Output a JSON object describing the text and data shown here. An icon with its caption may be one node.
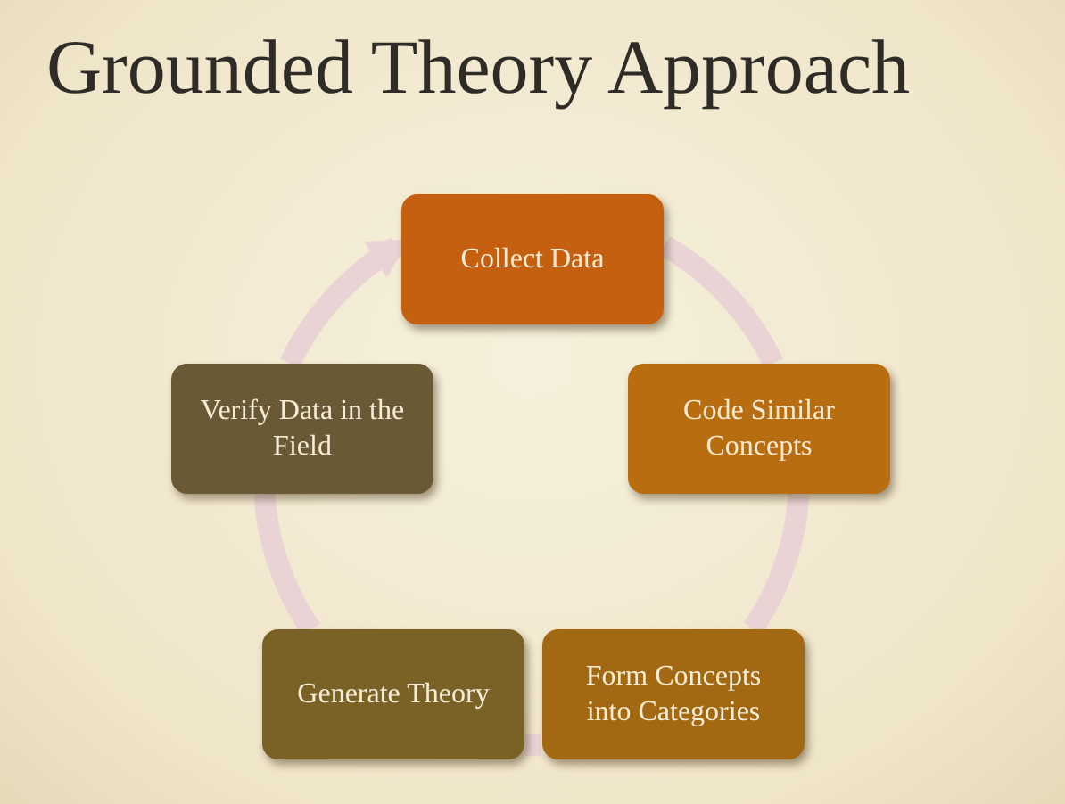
{
  "diagram": {
    "title": "Grounded Theory Approach",
    "nodes": [
      {
        "text": [
          "Collect Data"
        ]
      },
      {
        "text": [
          "Code Similar Concepts"
        ]
      },
      {
        "text": [
          "Form Concepts into Categories"
        ]
      },
      {
        "text": [
          "Generate Theory"
        ]
      },
      {
        "text": [
          "Verify Data in the Field"
        ]
      }
    ],
    "edges": [
      {
        "from": 0,
        "to": 1,
        "arrow": "none"
      },
      {
        "from": 1,
        "to": 2,
        "arrow": "none"
      },
      {
        "from": 2,
        "to": 3,
        "arrow": "none"
      },
      {
        "from": 3,
        "to": 4,
        "arrow": "none"
      },
      {
        "from": 4,
        "to": 0,
        "arrow": "to"
      }
    ]
  }
}
